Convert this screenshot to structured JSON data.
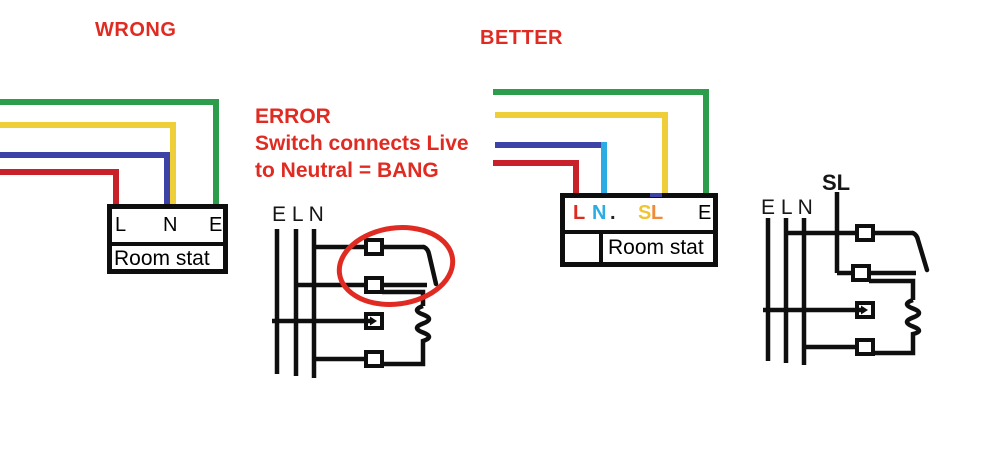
{
  "colors": {
    "annotation_red": "#E02B22",
    "wire_green": "#2C9E4B",
    "wire_yellow": "#EFCF39",
    "wire_blue": "#3D43A6",
    "wire_cyan": "#2BACE2",
    "wire_red": "#C92129",
    "terminal_red": "#DD2B22",
    "terminal_cyan": "#2BACE2",
    "terminal_yellow": "#F0C433",
    "terminal_orange": "#EF8C3B",
    "ink": "#0f0f0f"
  },
  "annotations": {
    "wrong_title": "WRONG",
    "better_title": "BETTER",
    "error_heading": "ERROR",
    "error_line2": "Switch connects Live",
    "error_line3": "to Neutral = BANG"
  },
  "wrong_stat": {
    "terminal_l": "L",
    "terminal_n": "N",
    "terminal_e": "E",
    "label": "Room stat"
  },
  "better_stat": {
    "terminal_l": "L",
    "terminal_n": "N",
    "stray_dot": ".",
    "terminal_sl_s": "S",
    "terminal_sl_l": "L",
    "terminal_e": "E",
    "label": "Room stat"
  },
  "wrong_schematic": {
    "bus_labels": "E L N"
  },
  "better_schematic": {
    "bus_labels": "E L N",
    "switched_live_label": "SL"
  }
}
